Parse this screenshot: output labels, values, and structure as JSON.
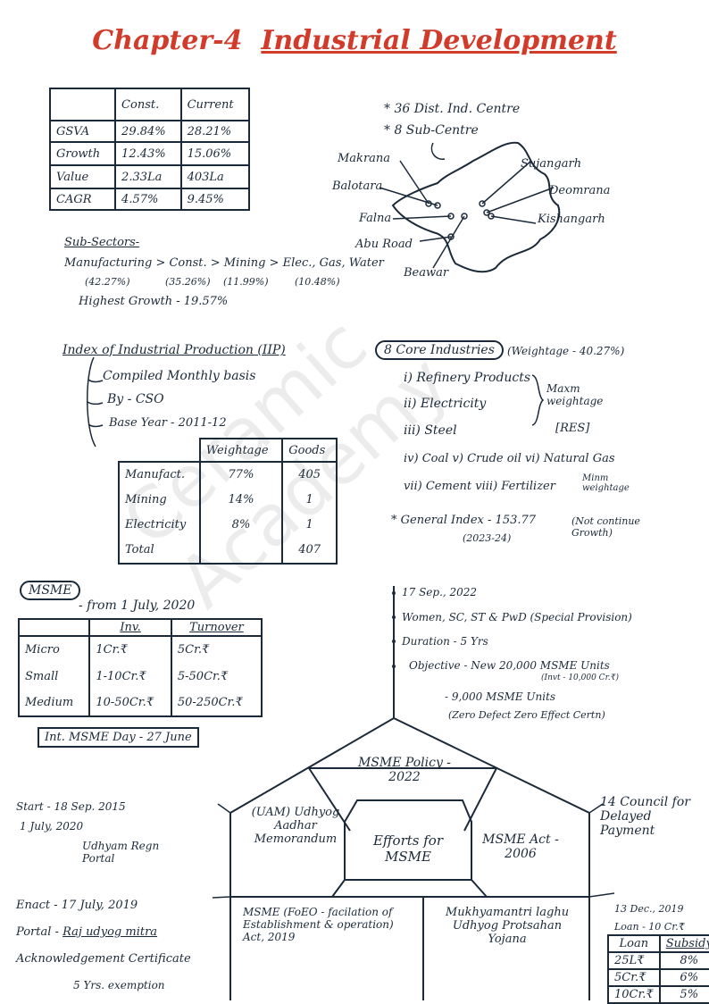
{
  "title": {
    "chapter": "Chapter-4",
    "name": "Industrial Development"
  },
  "gsva_table": {
    "headers": [
      "",
      "Const.",
      "Current"
    ],
    "rows": [
      [
        "GSVA",
        "29.84%",
        "28.21%"
      ],
      [
        "Growth",
        "12.43%",
        "15.06%"
      ],
      [
        "Value",
        "2.33La",
        "403La"
      ],
      [
        "CAGR",
        "4.57%",
        "9.45%"
      ]
    ]
  },
  "map": {
    "notes": [
      "* 36 Dist. Ind. Centre",
      "* 8 Sub-Centre"
    ],
    "places": [
      "Makrana",
      "Sujangarh",
      "Balotara",
      "Deomrana",
      "Falna",
      "Kishangarh",
      "Abu Road",
      "Beawar"
    ]
  },
  "subsectors": {
    "heading": "Sub-Sectors-",
    "line": "Manufacturing > Const. > Mining > Elec., Gas, Water",
    "values": [
      "(42.27%)",
      "(35.26%)",
      "(11.99%)",
      "(10.48%)"
    ],
    "highest": "Highest Growth - 19.57%"
  },
  "iip": {
    "heading": "Index of Industrial Production (IIP)",
    "points": [
      "Compiled Monthly basis",
      "By - CSO",
      "Base Year - 2011-12"
    ],
    "table_headers": [
      "",
      "Weightage",
      "Goods"
    ],
    "table_rows": [
      [
        "Manufact.",
        "77%",
        "405"
      ],
      [
        "Mining",
        "14%",
        "1"
      ],
      [
        "Electricity",
        "8%",
        "1"
      ],
      [
        "Total",
        "",
        "407"
      ]
    ]
  },
  "core": {
    "heading": "8 Core Industries",
    "weight": "(Weightage - 40.27%)",
    "items": [
      "i) Refinery Products",
      "ii) Electricity",
      "iii) Steel"
    ],
    "max_label": "Maxm weightage",
    "res": "[RES]",
    "row4": "iv) Coal   v) Crude oil  vi) Natural Gas",
    "row5": "vii) Cement   viii) Fertilizer",
    "min_label": "Minm weightage",
    "general": "* General Index  -  153.77",
    "general_year": "(2023-24)",
    "general_note": "(Not continue Growth)"
  },
  "msme": {
    "heading": "MSME",
    "from": "- from 1 July, 2020",
    "headers": [
      "",
      "Inv.",
      "Turnover"
    ],
    "rows": [
      [
        "Micro",
        "1Cr.₹",
        "5Cr.₹"
      ],
      [
        "Small",
        "1-10Cr.₹",
        "5-50Cr.₹"
      ],
      [
        "Medium",
        "10-50Cr.₹",
        "50-250Cr.₹"
      ]
    ],
    "day": "Int. MSME Day - 27 June"
  },
  "policy_notes": {
    "date": "17 Sep., 2022",
    "women": "Women, SC, ST & PwD (Special Provision)",
    "duration": "Duration - 5 Yrs",
    "objective": "Objective - New 20,000 MSME Units",
    "inv_note": "(Invt - 10,000 Cr.₹)",
    "units": "- 9,000 MSME Units",
    "zed": "(Zero Defect Zero Effect Certn)"
  },
  "house": {
    "policy": "MSME Policy - 2022",
    "uam": "(UAM) Udhyog Aadhar Memorandum",
    "efforts": "Efforts for MSME",
    "act": "MSME Act - 2006",
    "fo": "MSME (FoEO - facilation of Establishment & operation) Act, 2019",
    "mly": "Mukhyamantri laghu Udhyog Protsahan Yojana"
  },
  "left_notes": {
    "start": "Start - 18 Sep. 2015",
    "july": "1 July, 2020",
    "udhyam": "Udhyam Regn Portal",
    "enact": "Enact - 17 July, 2019",
    "portal_label": "Portal - ",
    "portal_name": "Raj udyog mitra",
    "ack": "Acknowledgement Certificate",
    "exempt": "5 Yrs. exemption"
  },
  "right_notes": {
    "council": "14 Council for Delayed Payment",
    "dec": "13 Dec., 2019",
    "loan": "Loan - 10 Cr.₹",
    "loan_headers": [
      "Loan",
      "Subsidy"
    ],
    "loan_rows": [
      [
        "25L₹",
        "8%"
      ],
      [
        "5Cr.₹",
        "6%"
      ],
      [
        "10Cr.₹",
        "5%"
      ]
    ]
  },
  "watermark": "Ceramic Academy"
}
